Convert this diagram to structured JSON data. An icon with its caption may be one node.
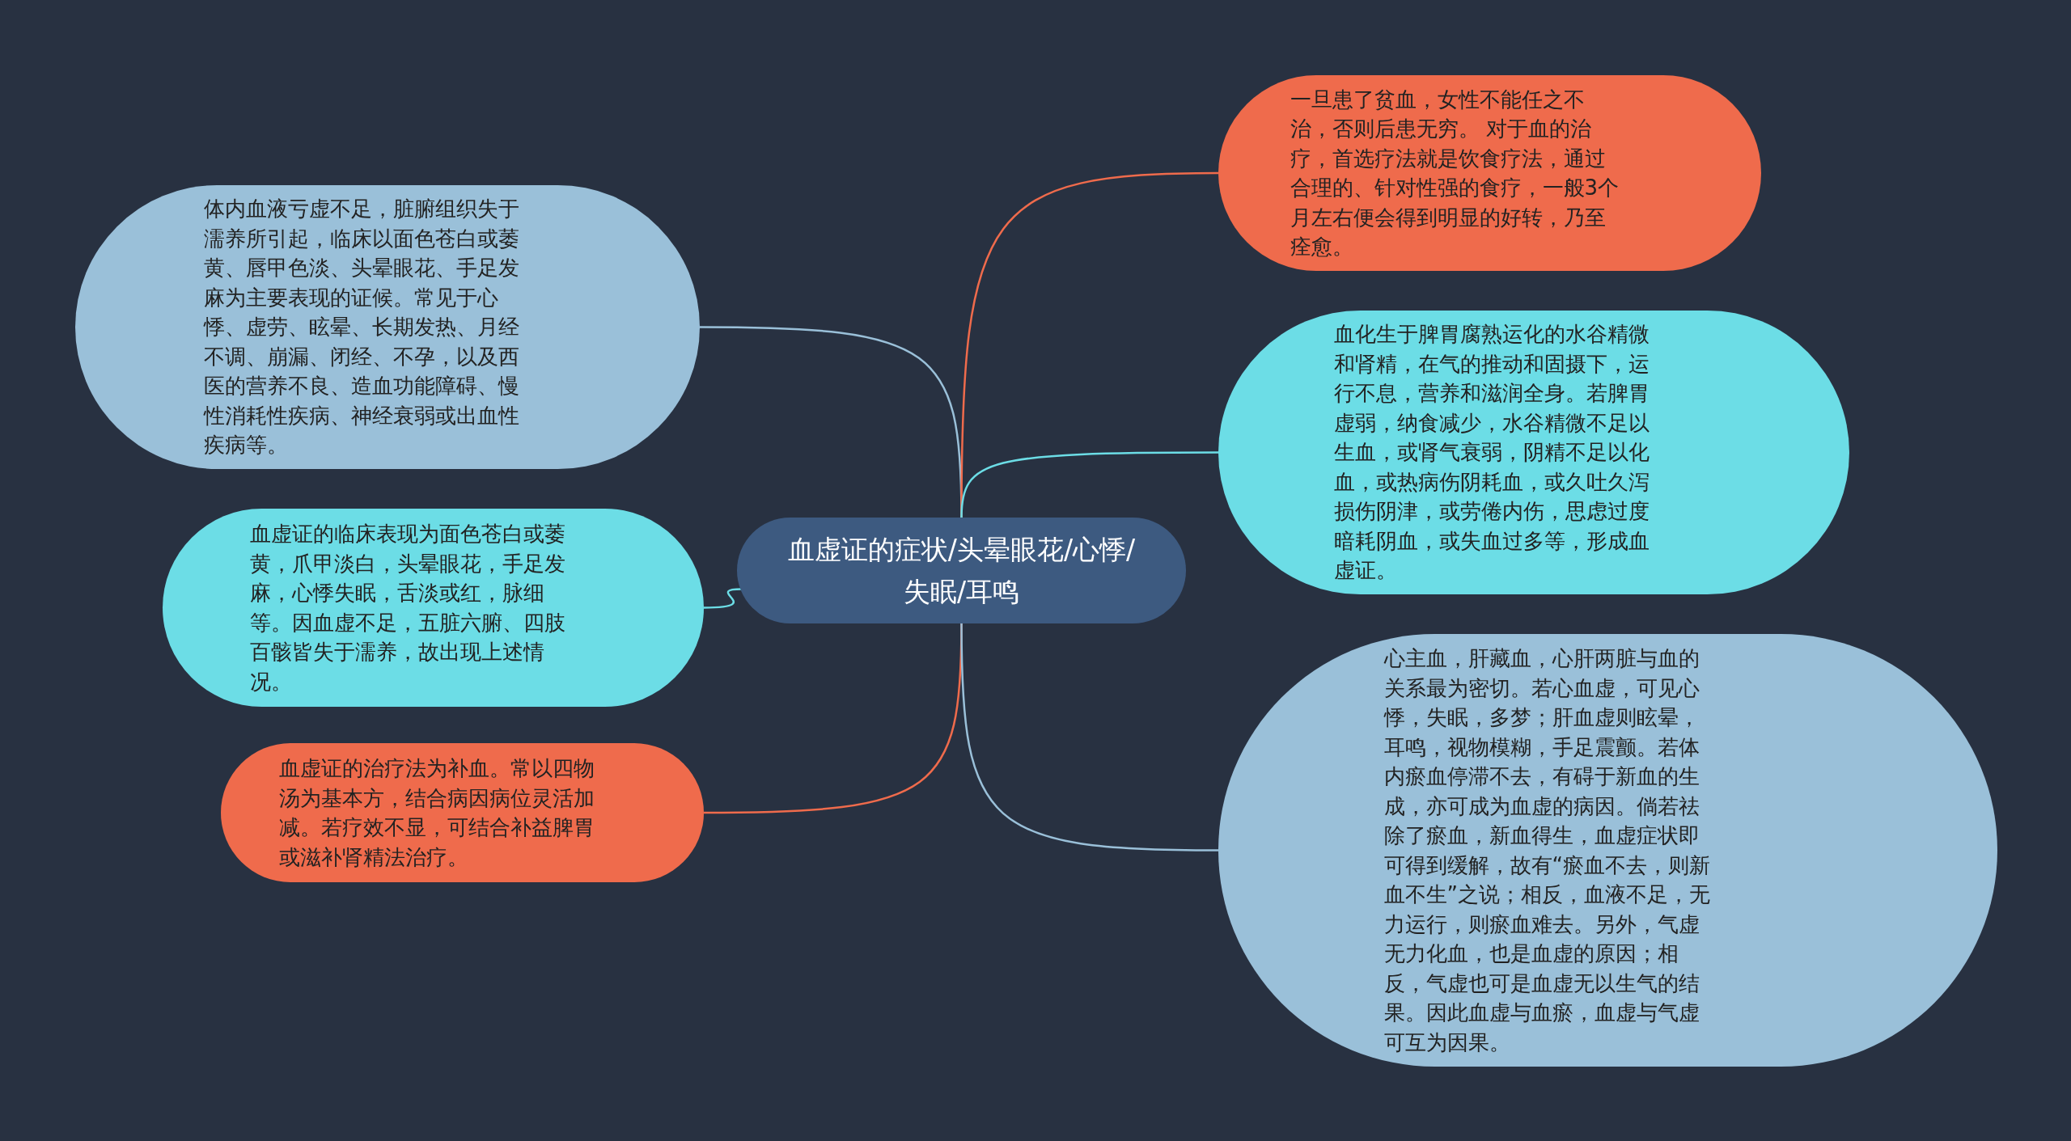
{
  "diagram": {
    "nodes": [
      {
        "text": [
          "血虚证的症状/头晕眼花/心悸/失眠/耳鸣"
        ]
      },
      {
        "text": [
          "体内血液亏虚不足，脏腑组织失于濡养所引起，临床以面色苍白或萎黄、唇甲色淡、头晕眼花、手足发麻为主要表现的证候。常见于心悸、虚劳、眩晕、长期发热、月经不调、崩漏、闭经、不孕，以及西医的营养不良、造血功能障碍、慢性消耗性疾病、神经衰弱或出血性疾病等。"
        ]
      },
      {
        "text": [
          "血虚证的临床表现为面色苍白或萎黄，爪甲淡白，头晕眼花，手足发麻，心悸失眠，舌淡或红，脉细等。因血虚不足，五脏六腑、四肢百骸皆失于濡养，故出现上述情况。"
        ]
      },
      {
        "text": [
          "血虚证的治疗法为补血。常以四物汤为基本方，结合病因病位灵活加减。若疗效不显，可结合补益脾胃或滋补肾精法治疗。"
        ]
      },
      {
        "text": [
          "一旦患了贫血，女性不能任之不治，否则后患无穷。 对于血的治疗，首选疗法就是饮食疗法，通过合理的、针对性强的食疗，一般3个月左右便会得到明显的好转，乃至痊愈。"
        ]
      },
      {
        "text": [
          "血化生于脾胃腐熟运化的水谷精微和肾精，在气的推动和固摄下，运行不息，营养和滋润全身。若脾胃虚弱，纳食减少，水谷精微不足以生血，或肾气衰弱，阴精不足以化血，或热病伤阴耗血，或久吐久泻损伤阴津，或劳倦内伤，思虑过度暗耗阴血，或失血过多等，形成血虚证。"
        ]
      },
      {
        "text": [
          "心主血，肝藏血，心肝两脏与血的关系最为密切。若心血虚，可见心悸，失眠，多梦；肝血虚则眩晕，耳鸣，视物模糊，手足震颤。若体内瘀血停滞不去，有碍于新血的生成，亦可成为血虚的病因。倘若祛除了瘀血，新血得生，血虚症状即可得到缓解，故有“瘀血不去，则新血不生”之说；相反，血液不足，无力运行，则瘀血难去。另外，气虚无力化血，也是血虚的原因；相反，气虚也可是血虚无以生气的结果。因此血虚与血瘀，血虚与气虚可互为因果。"
        ]
      }
    ],
    "edges": [
      {
        "from": 0,
        "to": 1,
        "arrow": "none",
        "color": "#9ac0d9"
      },
      {
        "from": 0,
        "to": 2,
        "arrow": "none",
        "color": "#6cdde6"
      },
      {
        "from": 0,
        "to": 3,
        "arrow": "none",
        "color": "#ef6b4c"
      },
      {
        "from": 0,
        "to": 4,
        "arrow": "none",
        "color": "#ef6b4c"
      },
      {
        "from": 0,
        "to": 5,
        "arrow": "none",
        "color": "#6cdde6"
      },
      {
        "from": 0,
        "to": 6,
        "arrow": "none",
        "color": "#9ac0d9"
      }
    ]
  }
}
